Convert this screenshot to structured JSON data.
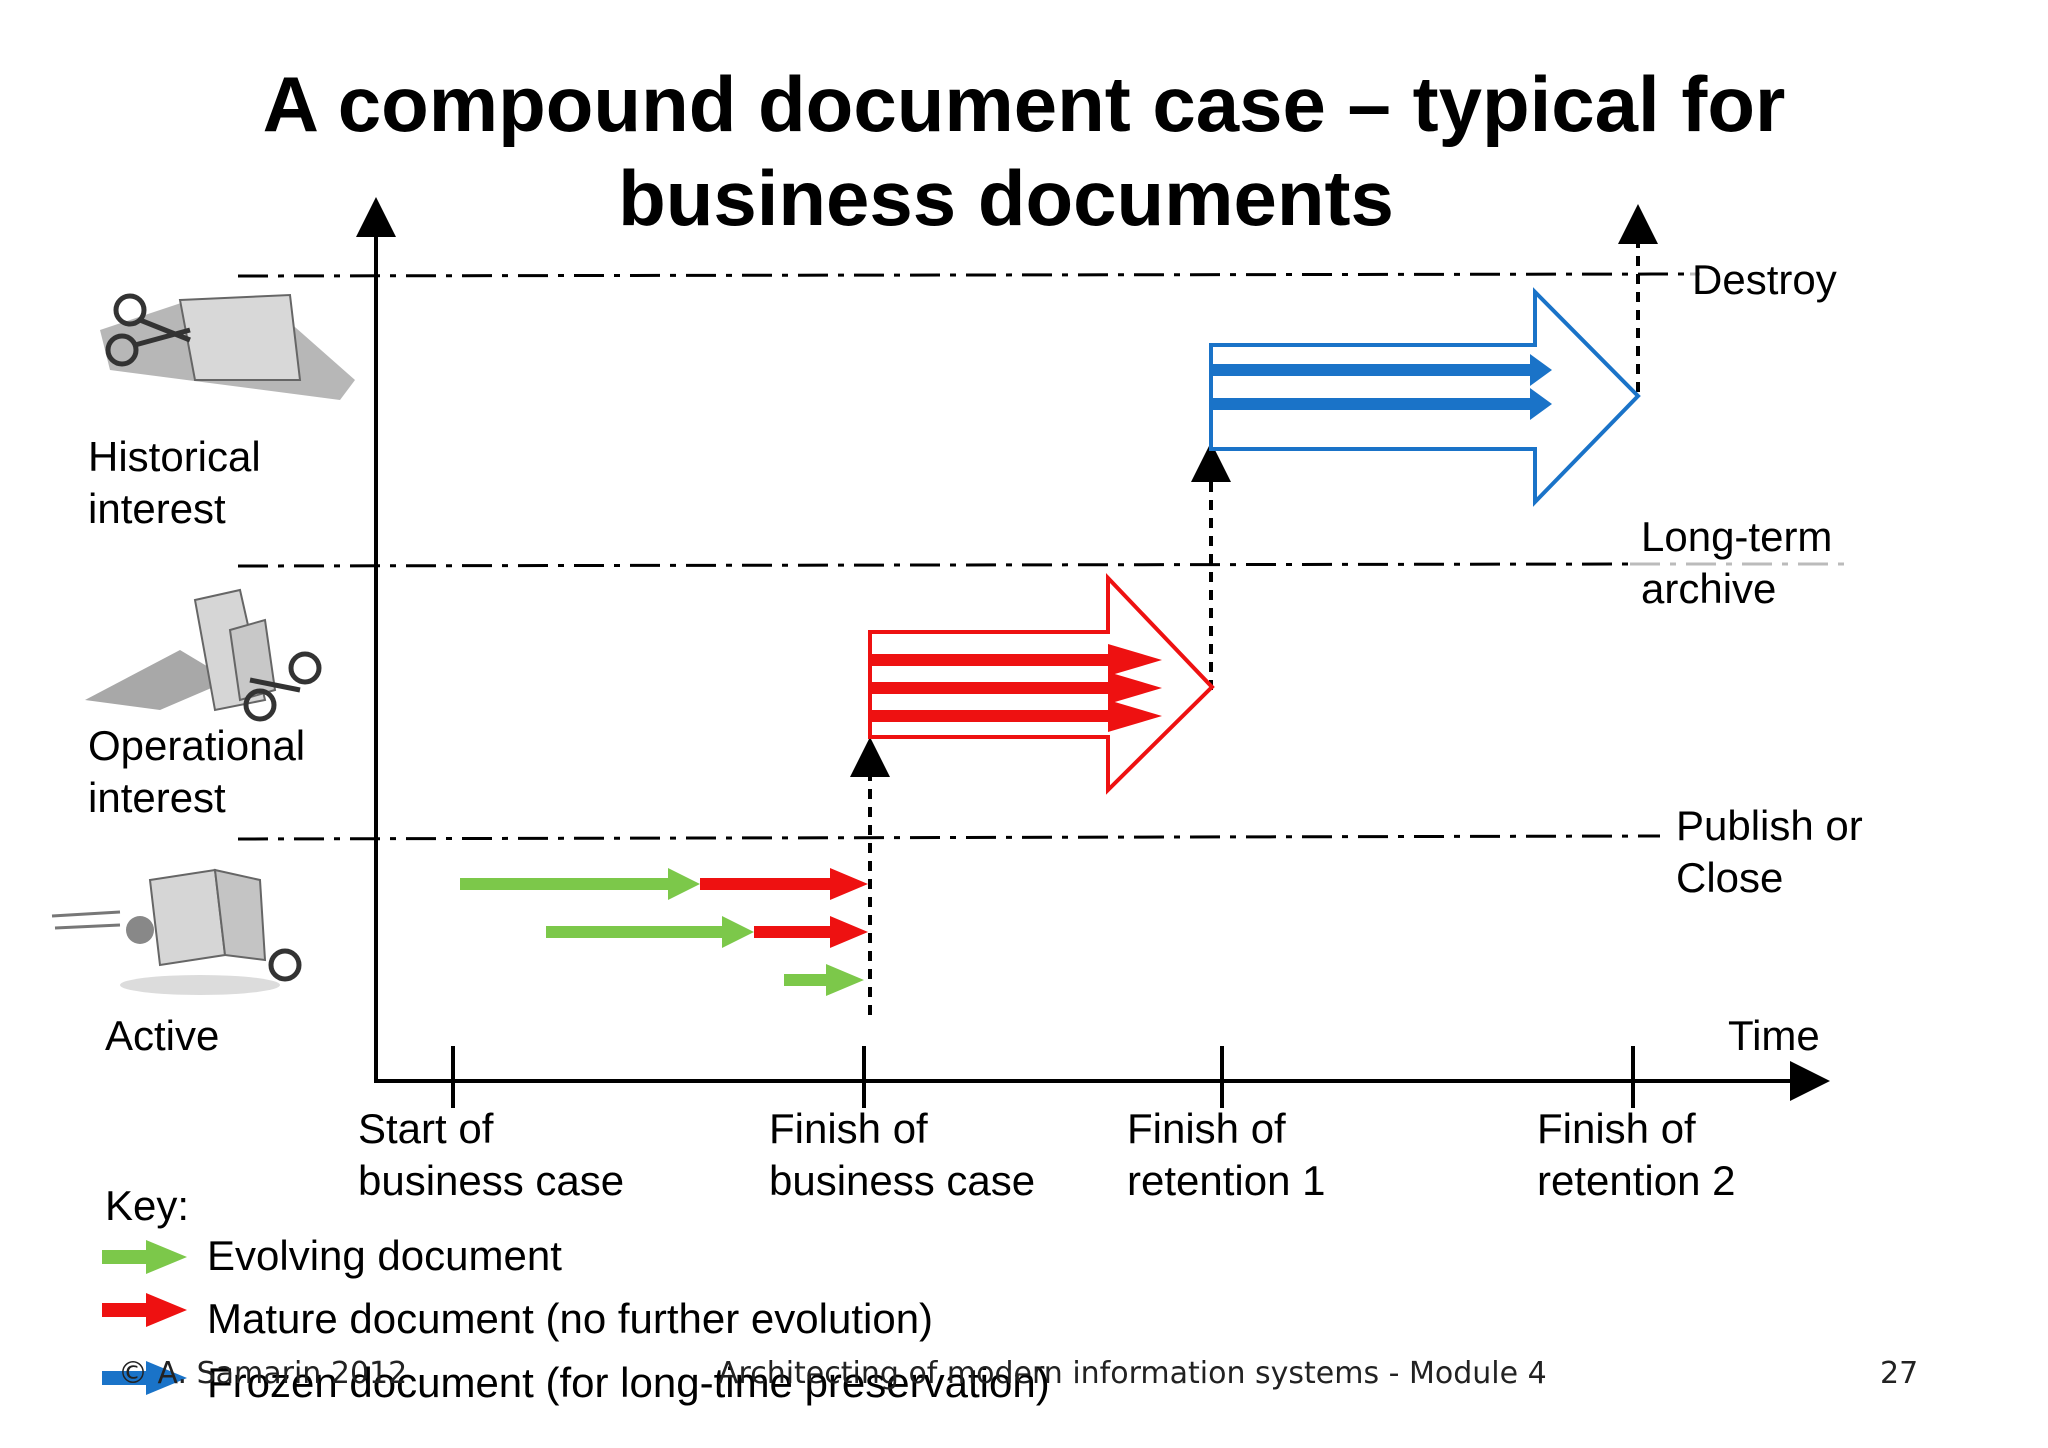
{
  "title": {
    "line1": "A compound document case – typical for",
    "line2": "business documents"
  },
  "levels": {
    "historical": "Historical\ninterest",
    "operational": "Operational\ninterest",
    "active": "Active"
  },
  "thresholds": {
    "destroy": "Destroy",
    "long_term": "Long-term\narchive",
    "publish": "Publish or\nClose"
  },
  "axis": {
    "time": "Time",
    "ticks": [
      "Start of\nbusiness case",
      "Finish of\nbusiness case",
      "Finish of\nretention 1",
      "Finish of\nretention 2"
    ]
  },
  "key": {
    "title": "Key:",
    "items": [
      {
        "label": "Evolving document",
        "color": "#7cc84a"
      },
      {
        "label": "Mature document (no further evolution)",
        "color": "#ee1111"
      },
      {
        "label": "Frozen document (for long-time preservation)",
        "color": "#1a73c8"
      }
    ]
  },
  "footer": {
    "copyright": "© A. Samarin 2012",
    "course": "Architecting of modern information systems - Module 4",
    "page": "27"
  },
  "icons": [
    "document-cut-scissors-icon",
    "document-running-scissors-icon",
    "document-running-cartoon-icon"
  ]
}
